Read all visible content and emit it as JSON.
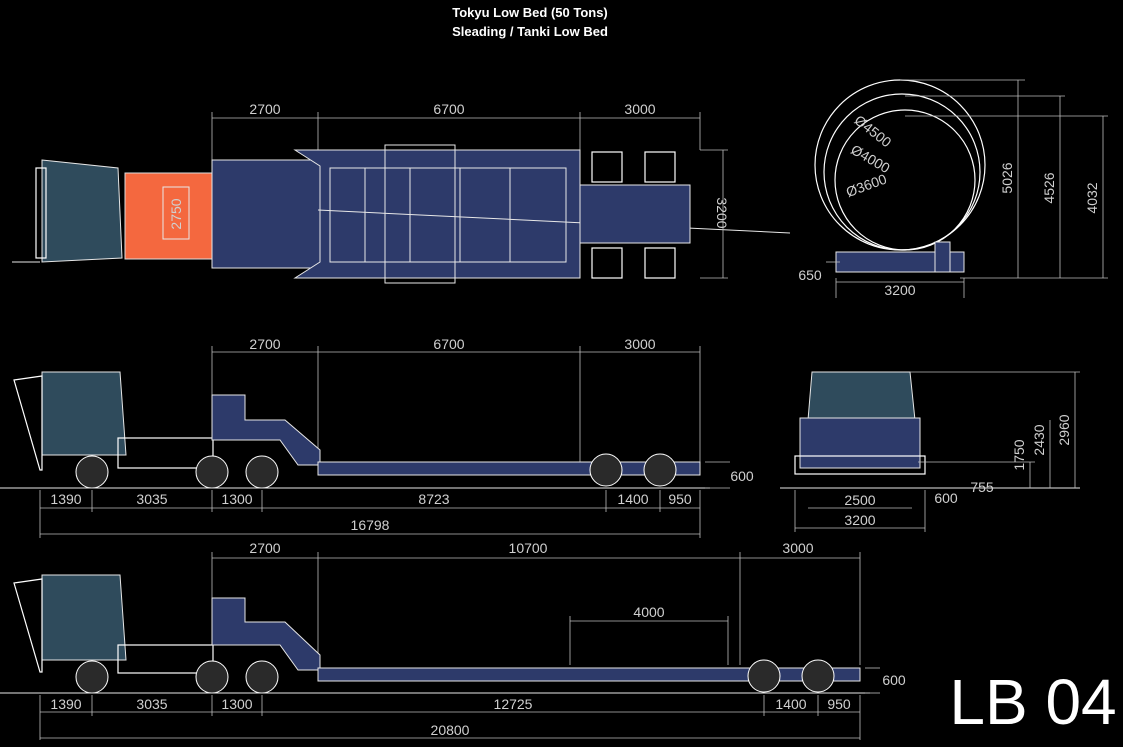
{
  "title": {
    "line1": "Tokyu Low Bed (50 Tons)",
    "line2": "Sleading / Tanki Low Bed"
  },
  "sheet_id": "LB 04",
  "colors": {
    "background": "#000000",
    "hull": "#2d3a6a",
    "cab": "#2f4b5c",
    "gooseneck_pad": "#f4683f",
    "line": "#e8e8e8"
  },
  "plan_view": {
    "top_dims": [
      "2700",
      "6700",
      "3000"
    ],
    "gooseneck_width": "2750",
    "deck_width": "3200",
    "circle": {
      "d1": "Ø4500",
      "d2": "Ø4000",
      "d3": "Ø3600",
      "base_height": "650",
      "base_width": "3200",
      "h1": "5026",
      "h2": "4526",
      "h3": "4032"
    }
  },
  "side_view_1": {
    "top_dims": [
      "2700",
      "6700",
      "3000"
    ],
    "deck_height": "600",
    "bottom_dims": [
      "1390",
      "3035",
      "1300",
      "8723",
      "1400",
      "950"
    ],
    "overall": "16798"
  },
  "rear_view": {
    "heights": [
      "1750",
      "2430",
      "2960"
    ],
    "track": "2500",
    "offset": "600",
    "wheel_gap": "755",
    "overall_width": "3200"
  },
  "side_view_2": {
    "top_dims": [
      "2700",
      "10700",
      "3000"
    ],
    "mid_dim": "4000",
    "deck_height": "600",
    "bottom_dims": [
      "1390",
      "3035",
      "1300",
      "12725",
      "1400",
      "950"
    ],
    "overall": "20800"
  }
}
